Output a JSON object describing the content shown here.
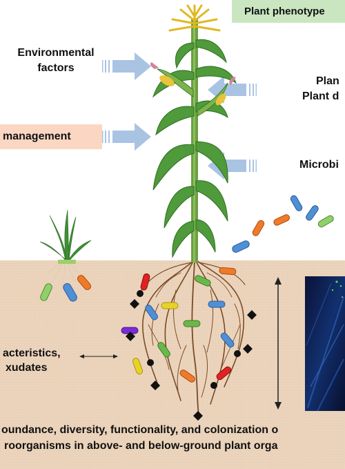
{
  "labels": {
    "plant_phenotype": "Plant phenotype",
    "env_factors_1": "Environmental",
    "env_factors_2": "factors",
    "management": "management",
    "plant_genotype_1": "Plan",
    "plant_genotype_2": "Plant d",
    "microbiome": "Microbi",
    "soil_char_1": "acteristics,",
    "soil_char_2": "xudates",
    "caption_1": "oundance, diversity, functionality, and colonization o",
    "caption_2": "roorganisms in above- and below-ground plant orga"
  },
  "colors": {
    "phenotype_box": "#c9e6c1",
    "management_box": "#fbd7c3",
    "arrow_fill": "#a9c3e3",
    "soil": "#ecd5bd",
    "root": "#7a4a26",
    "leaf": "#4f9a3a",
    "leaf_dark": "#2f6d23",
    "microscopy": "#0b1a45"
  }
}
